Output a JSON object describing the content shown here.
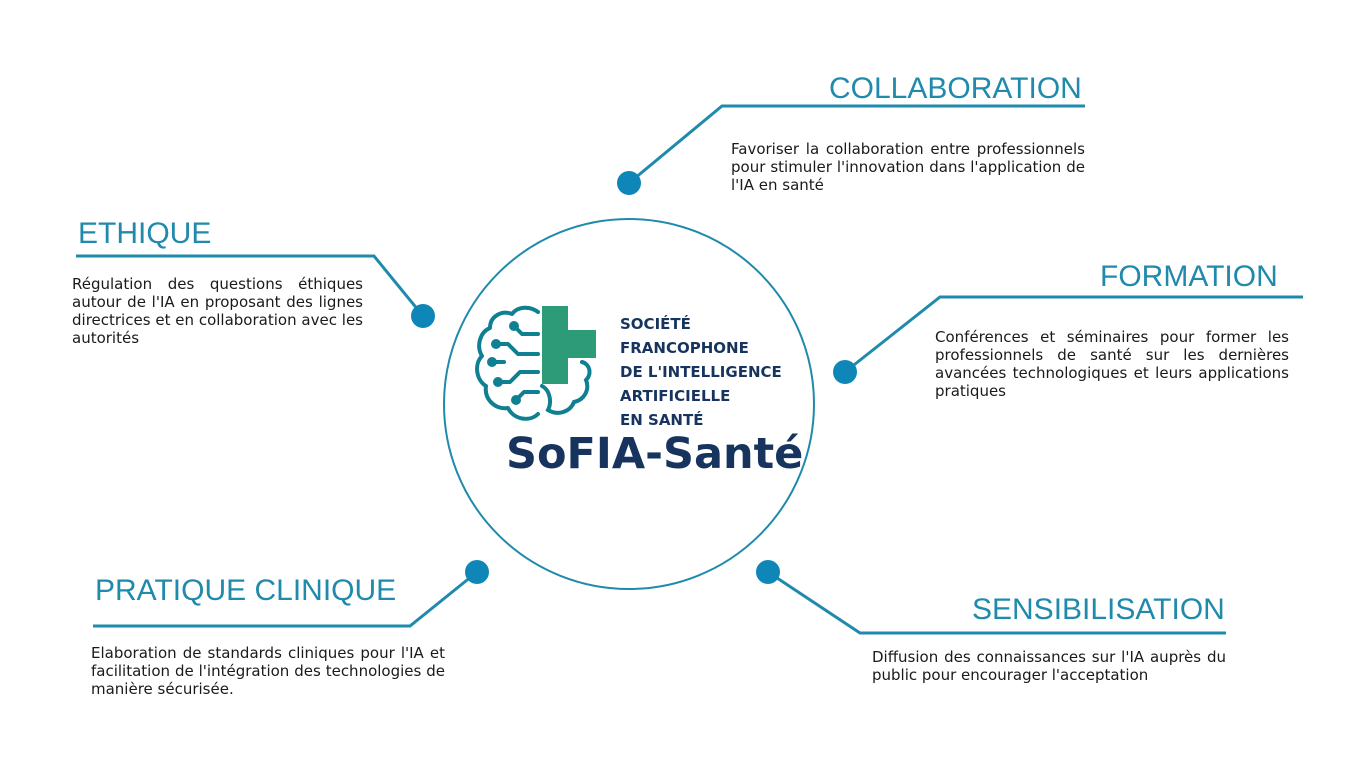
{
  "colors": {
    "accent": "#1f8aab",
    "dot": "#0e86b8",
    "navy": "#16345e",
    "logo_teal": "#0f7f92",
    "logo_green": "#2e9b78"
  },
  "logo": {
    "org_name": "SOCIÉTÉ\nFRANCOPHONE\nDE L'INTELLIGENCE\nARTIFICIELLE\nEN SANTÉ",
    "brand": "SoFIA-Santé",
    "icon": "brain-cross-icon"
  },
  "sections": {
    "collaboration": {
      "title": "COLLABORATION",
      "text": "Favoriser la collaboration entre professionnels pour stimuler l'innovation dans l'application de l'IA en santé"
    },
    "ethique": {
      "title": "ETHIQUE",
      "text": "Régulation des questions éthiques autour de l'IA en proposant des lignes directrices et en collaboration avec les autorités"
    },
    "formation": {
      "title": "FORMATION",
      "text": "Conférences et séminaires pour former les professionnels de santé sur les dernières avancées technologiques et leurs applications pratiques"
    },
    "pratique": {
      "title": "PRATIQUE CLINIQUE",
      "text": "Elaboration de standards cliniques pour l'IA et facilitation de l'intégration des technologies de manière sécurisée."
    },
    "sensibilisation": {
      "title": "SENSIBILISATION",
      "text": "Diffusion des connaissances sur l'IA auprès du public pour encourager l'acceptation"
    }
  }
}
